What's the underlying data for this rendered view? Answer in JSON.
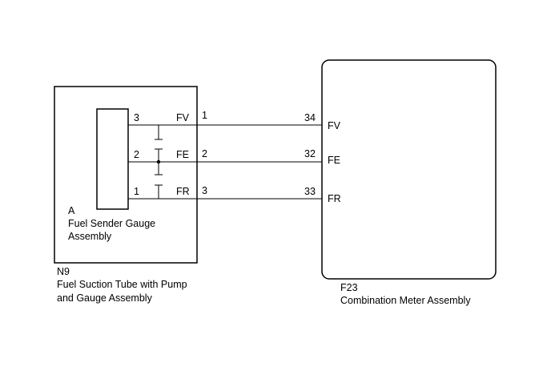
{
  "components": {
    "fuel_sender": {
      "ref": "A",
      "name_line1": "Fuel Sender Gauge",
      "name_line2": "Assembly"
    },
    "fuel_suction_tube": {
      "connector": "N9",
      "name_line1": "Fuel Suction Tube with Pump",
      "name_line2": "and Gauge Assembly"
    },
    "combination_meter": {
      "connector": "F23",
      "name": "Combination Meter Assembly"
    }
  },
  "wires": [
    {
      "sender_pin": "3",
      "signal": "FV",
      "n9_pin": "1",
      "f23_pin": "34",
      "meter_label": "FV"
    },
    {
      "sender_pin": "2",
      "signal": "FE",
      "n9_pin": "2",
      "f23_pin": "32",
      "meter_label": "FE"
    },
    {
      "sender_pin": "1",
      "signal": "FR",
      "n9_pin": "3",
      "f23_pin": "33",
      "meter_label": "FR"
    }
  ]
}
